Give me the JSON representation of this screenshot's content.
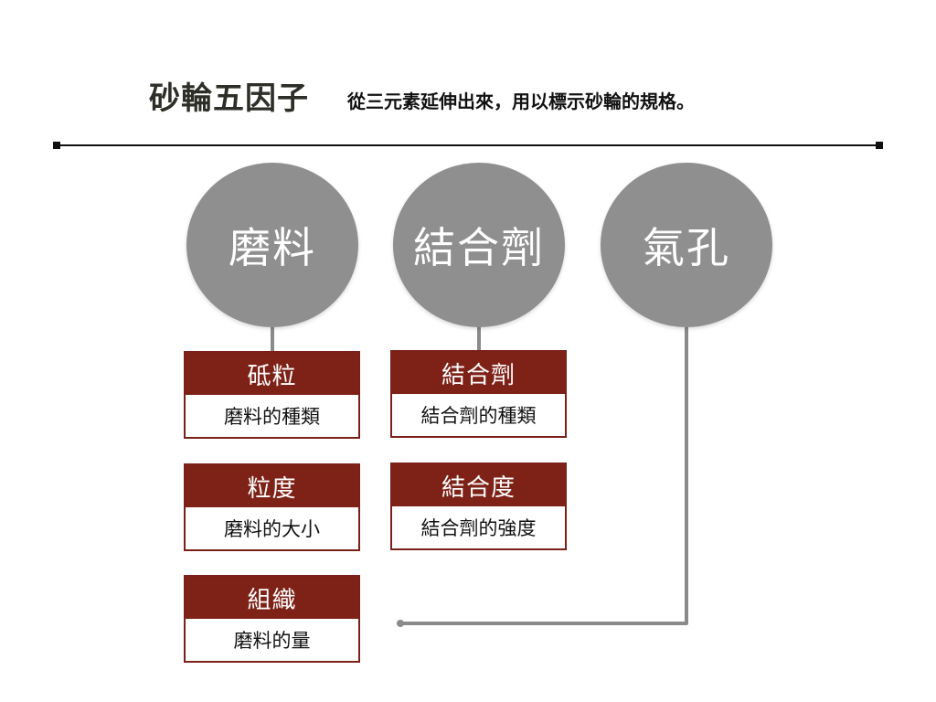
{
  "header": {
    "title": "砂輪五因子",
    "subtitle": "從三元素延伸出來，用以標示砂輪的規格。"
  },
  "elements": [
    {
      "label": "磨料"
    },
    {
      "label": "結合劑"
    },
    {
      "label": "氣孔"
    }
  ],
  "factors": [
    {
      "title": "砥粒",
      "description": "磨料的種類"
    },
    {
      "title": "粒度",
      "description": "磨料的大小"
    },
    {
      "title": "組織",
      "description": "磨料的量"
    },
    {
      "title": "結合劑",
      "description": "結合劑的種類"
    },
    {
      "title": "結合度",
      "description": "結合劑的強度"
    }
  ],
  "colors": {
    "circle": "#8f8f8f",
    "card_header": "#7e2218",
    "card_border": "#7a2019",
    "connector": "#8a8a8a"
  }
}
